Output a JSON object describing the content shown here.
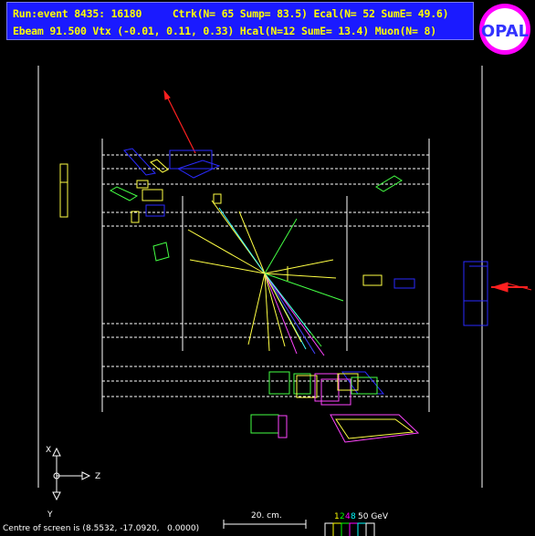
{
  "header": {
    "line1": "Run:event 8435: 16180     Ctrk(N= 65 Sump= 83.5) Ecal(N= 52 SumE= 49.6)",
    "line2": "Ebeam 91.500 Vtx (-0.01, 0.11, 0.33) Hcal(N=12 SumE= 13.4) Muon(N= 8)"
  },
  "logo": {
    "text": "OPAL",
    "colors": {
      "ring": "#ff00ff",
      "fill": "#ffffff",
      "letters": "#3333ff"
    }
  },
  "axes": {
    "x": "X",
    "y": "Y",
    "z": "Z"
  },
  "footer": {
    "centre_label": "Centre of screen is (",
    "centre_value": "8.5532, -17.0920,   0.0000)",
    "scale_label": "20. cm.",
    "energy_scale": {
      "labels": [
        "1",
        "2",
        "4",
        "8",
        "50 GeV"
      ],
      "colors": [
        "#ffffff",
        "#ffff00",
        "#00ff00",
        "#ff00ff",
        "#00ffff",
        "#ffffff"
      ]
    }
  },
  "colors": {
    "header_bg": "#1a1aff",
    "header_text": "#ffff00",
    "track_yellow": "#ffff44",
    "track_green": "#44ff44",
    "track_magenta": "#ff44ff",
    "track_cyan": "#44ffff",
    "track_blue": "#4444ff",
    "muon_red": "#ff2020",
    "hcal_blue": "#2a2aff"
  }
}
